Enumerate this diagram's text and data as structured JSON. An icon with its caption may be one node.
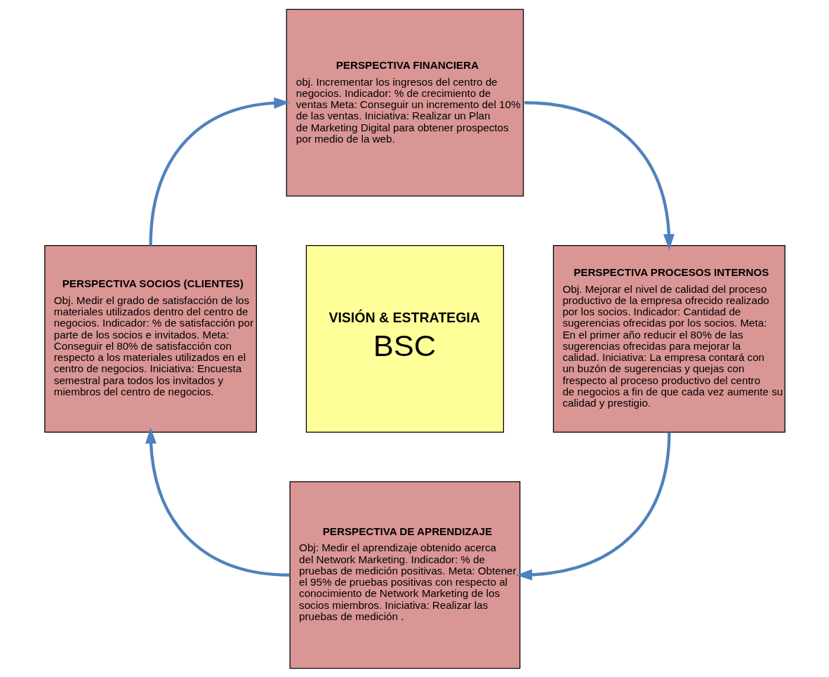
{
  "diagram": {
    "nodes": [
      {
        "text": [
          "PERSPECTIVA FINANCIERA",
          "obj. Incrementar los ingresos del centro de negocios. Indicador: % de crecimiento de ventas Meta: Conseguir un incremento del 10% de las ventas. Iniciativa: Realizar un Plan de Marketing Digital para obtener prospectos por medio de la web."
        ]
      },
      {
        "text": [
          "PERSPECTIVA SOCIOS (CLIENTES)",
          "Obj. Medir el grado de satisfacción de los materiales utilizados dentro del centro de negocios. Indicador: % de satisfacción por parte de los socios e invitados. Meta: Conseguir el 80% de satisfacción con respecto a los materiales utilizados en el centro de negocios. Iniciativa: Encuesta semestral para todos los invitados y miembros del centro de negocios."
        ]
      },
      {
        "text": [
          "VISIÓN & ESTRATEGIA",
          "BSC"
        ]
      },
      {
        "text": [
          "PERSPECTIVA PROCESOS INTERNOS",
          "Obj. Mejorar el nivel de calidad del proceso productivo de la empresa ofrecido realizado por los socios. Indicador: Cantidad de sugerencias ofrecidas por los socios. Meta: En el primer año reducir el 80% de las sugerencias ofrecidas para mejorar la calidad. Iniciativa: La empresa contará con un buzón de sugerencias y quejas con frespecto al proceso productivo del centro de negocios a fin de que cada vez aumente su calidad y prestigio."
        ]
      },
      {
        "text": [
          "PERSPECTIVA DE APRENDIZAJE",
          "Obj: Medir el aprendizaje obtenido acerca del Network Marketing. Indicador: % de pruebas de medición positivas. Meta: Obtener el 95% de pruebas positivas con respecto al conocimiento de Network Marketing de los socios miembros. Iniciativa: Realizar las pruebas de medición ."
        ]
      }
    ],
    "edges": [
      {
        "from": 1,
        "to": 0,
        "arrow": "to"
      },
      {
        "from": 0,
        "to": 3,
        "arrow": "to"
      },
      {
        "from": 3,
        "to": 4,
        "arrow": "to"
      },
      {
        "from": 4,
        "to": 1,
        "arrow": "to"
      }
    ]
  }
}
